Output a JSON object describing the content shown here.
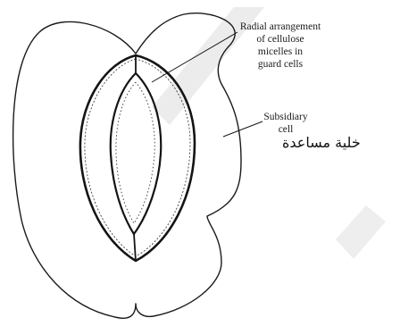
{
  "labels": {
    "radial": [
      "Radial arrangement",
      "of cellulose",
      "micelles in",
      "guard cells"
    ],
    "subsidiary": [
      "Subsidiary",
      "cell"
    ],
    "arabic_subsidiary": "خلية مساعدة"
  },
  "colors": {
    "line": "#141414",
    "background": "#ffffff",
    "watermark": "#e6e6e6"
  }
}
